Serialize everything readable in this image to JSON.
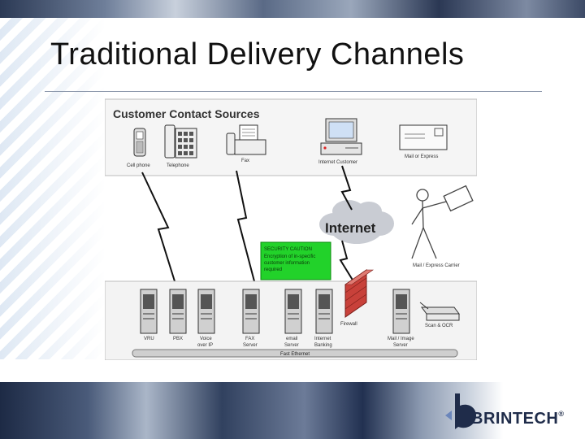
{
  "slide": {
    "title": "Traditional Delivery Channels"
  },
  "diagram": {
    "sources_title": "Customer Contact Sources",
    "sources": [
      "Cell phone",
      "Telephone",
      "Fax",
      "Internet Customer",
      "Mail or Express"
    ],
    "internet_label": "Internet",
    "carrier_label": "Mail / Express Carrier",
    "security_box": {
      "heading": "SECURITY CAUTION",
      "lines": [
        "Encryption of in-specific",
        "customer information",
        "required"
      ]
    },
    "servers": [
      {
        "line1": "VRU",
        "line2": ""
      },
      {
        "line1": "PBX",
        "line2": ""
      },
      {
        "line1": "Voice",
        "line2": "over IP"
      },
      {
        "line1": "FAX",
        "line2": "Server"
      },
      {
        "line1": "email",
        "line2": "Server"
      },
      {
        "line1": "Internet",
        "line2": "Banking"
      },
      {
        "line1": "Mail / Image",
        "line2": "Server"
      }
    ],
    "firewall_label": "Firewall",
    "scan_label": "Scan & OCR",
    "network_label": "Fast Ethernet",
    "colors": {
      "security_box": "#22d22a",
      "firewall": "#c8413a",
      "cloud": "#c9ccd3"
    }
  },
  "brand": {
    "name": "BRINTECH",
    "mark": "®"
  }
}
